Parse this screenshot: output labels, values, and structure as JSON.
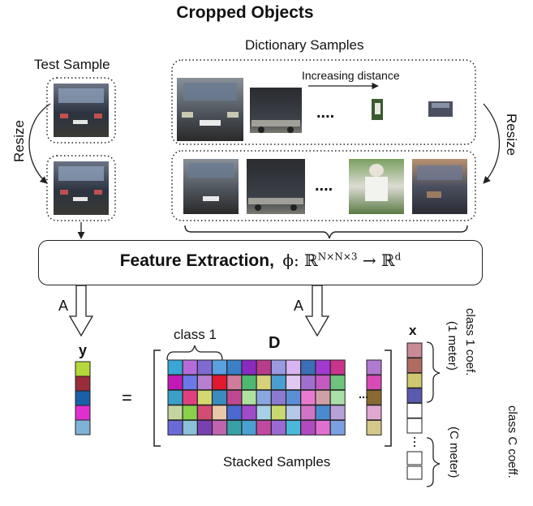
{
  "title": "Cropped Objects",
  "labels": {
    "test_sample": "Test Sample",
    "dictionary_samples": "Dictionary Samples",
    "increasing_distance": "Increasing distance",
    "resize_left": "Resize",
    "resize_right": "Resize",
    "ellipsis": "....",
    "feature_extraction": "Feature Extraction,",
    "phi_mapping": "ϕ: ℝ^(N×N×3) → ℝ^d",
    "arrow_A_left": "A",
    "arrow_A_right": "A",
    "vector_y": "y",
    "equals": "=",
    "matrix_D": "D",
    "vector_x": "x",
    "class_1": "class 1",
    "stacked_samples": "Stacked Samples",
    "class_1_coef": "class 1 coef.",
    "one_meter": "(1 meter)",
    "class_c_coeff": "class C coeff.",
    "c_meter": "(C meter)"
  },
  "colors": {
    "y_vector": [
      "#b5d93a",
      "#9b2c3a",
      "#1b5fa8",
      "#e02fd0",
      "#7fb2d6"
    ],
    "x_vector_top": [
      "#c98a96",
      "#b06c62",
      "#cfc870",
      "#5a5aae",
      "#ffffff",
      "#ffffff"
    ],
    "matrix_rows": [
      [
        "#3aa6d6",
        "#b56cd9",
        "#7e6ad0",
        "#5aa0e0",
        "#3b7fc7",
        "#8a2ac0",
        "#b83c8a",
        "#9a9ae0",
        "#d8b4f0",
        "#3b6fb8",
        "#a23ad2",
        "#c8348c"
      ],
      [
        "#c418b4",
        "#6a78e8",
        "#b87ed0",
        "#e0192e",
        "#d07c9c",
        "#4fb870",
        "#d8d07a",
        "#4a9fd0",
        "#e0c8f0",
        "#a070d0",
        "#c45ac0",
        "#6ec47c"
      ],
      [
        "#3aa0c8",
        "#e04080",
        "#d4d870",
        "#3a8cc0",
        "#c04890",
        "#b0e0a0",
        "#8aa8e0",
        "#8a7ad0",
        "#5a8fd8",
        "#e87ad0",
        "#d0a0a8",
        "#a8e0a8"
      ],
      [
        "#c4d4a0",
        "#8ad04a",
        "#d24c74",
        "#e8c8a8",
        "#4a6ad0",
        "#a04cc8",
        "#a8d0e8",
        "#c8d870",
        "#b4c8e8",
        "#d074c8",
        "#4c8ad0",
        "#b8a0d8"
      ],
      [
        "#6a6ad8",
        "#8ac0d8",
        "#7a40b0",
        "#c064b0",
        "#3aa0a8",
        "#4aa0d0",
        "#c04aa0",
        "#9a6ad0",
        "#4ab8d8",
        "#b04ac0",
        "#e070d0",
        "#7aa0e0"
      ]
    ],
    "matrix_last_col": [
      "#b07ad0",
      "#d84ab8",
      "#8a6a30",
      "#e0a8d0",
      "#d4c88a"
    ]
  }
}
